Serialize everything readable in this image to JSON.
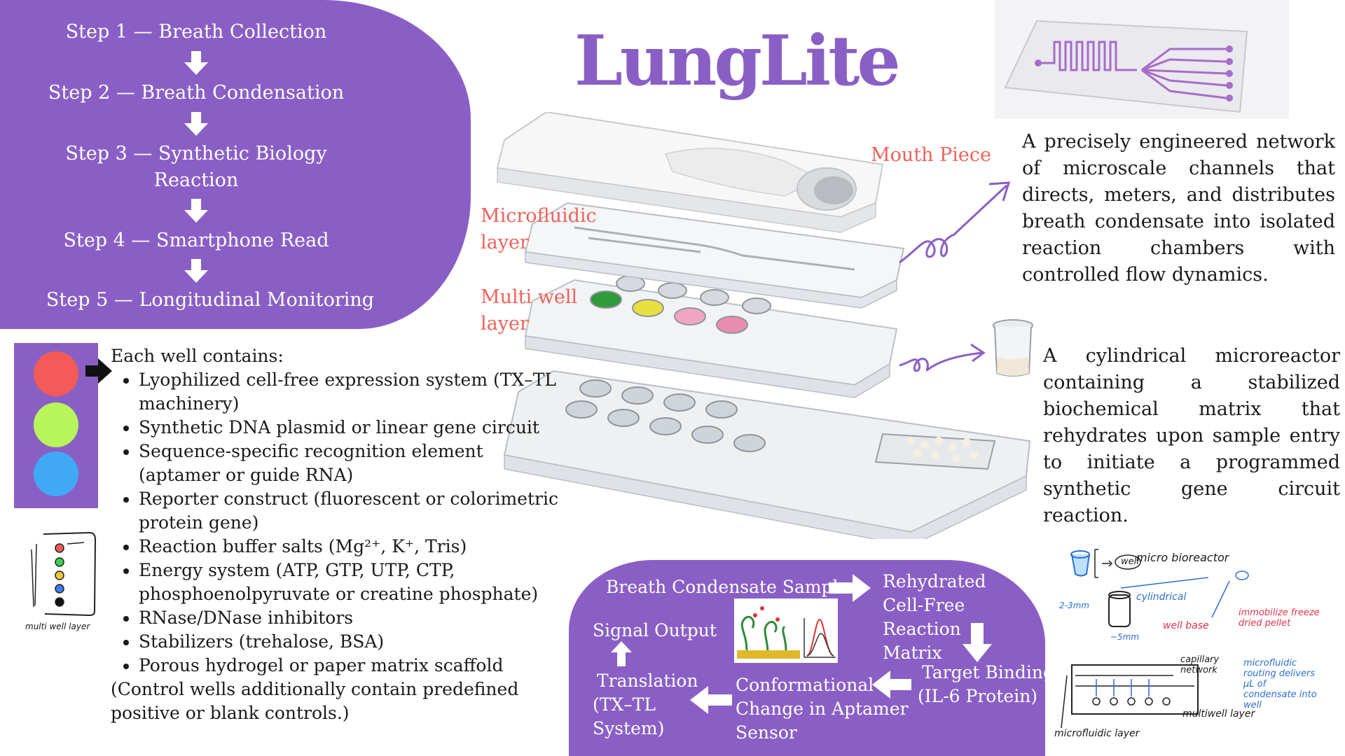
{
  "title": "LungLite",
  "steps": [
    "Step 1 — Breath Collection",
    "Step 2 — Breath Condensation",
    "Step 3 — Synthetic Biology",
    "Reaction",
    "Step 4 — Smartphone Read",
    "Step 5 — Longitudinal Monitoring"
  ],
  "device_labels": {
    "mouth_piece": "Mouth Piece",
    "microfluidic_1": "Microfluidic",
    "microfluidic_2": "layer",
    "multiwell_1": "Multi well",
    "multiwell_2": "layer"
  },
  "descriptions": {
    "microfluidic": "A precisely engineered network of microscale channels that directs, meters, and distributes breath condensate into isolated reaction chambers with controlled flow dynamics.",
    "microreactor": "A cylindrical microreactor containing a stabilized biochemical matrix that rehydrates upon sample entry to initiate a programmed synthetic gene circuit reaction."
  },
  "wells": {
    "heading": "Each well contains:",
    "items": [
      "Lyophilized cell-free expression system (TX–TL machinery)",
      "Synthetic DNA plasmid or linear gene circuit",
      "Sequence-specific recognition element (aptamer or guide RNA)",
      "Reporter construct (fluorescent or colorimetric protein gene)",
      "Reaction buffer salts (Mg²⁺, K⁺, Tris)",
      "Energy system (ATP, GTP, UTP, CTP, phosphoenolpyruvate or creatine phosphate)",
      "RNase/DNase inhibitors",
      "Stabilizers (trehalose, BSA)",
      "Porous hydrogel or paper matrix scaffold"
    ],
    "footnote": "(Control wells additionally contain predefined positive or blank controls.)",
    "dot_colors": [
      "#f45a57",
      "#b8f55a",
      "#3fa9f5"
    ]
  },
  "sketch_small": {
    "caption": "multi well layer",
    "dot_colors": [
      "#f45a57",
      "#3ad04a",
      "#f2c53d",
      "#3f7df5",
      "#111111"
    ]
  },
  "flow": {
    "sample": "Breath Condensate Sample",
    "matrix_1": "Rehydrated",
    "matrix_2": "Cell-Free",
    "matrix_3": "Reaction",
    "matrix_4": "Matrix",
    "binding_1": "Target Binding",
    "binding_2": "(IL-6 Protein)",
    "conf_1": "Conformational",
    "conf_2": "Change in Aptamer",
    "conf_3": "Sensor",
    "trans_1": "Translation",
    "trans_2": "(TX–TL",
    "trans_3": "System)",
    "signal": "Signal Output"
  },
  "sketch_notes": {
    "t1": "micro bioreactor",
    "t2": "well",
    "t3": "cylindrical",
    "t4": "2-3mm",
    "t5": "~5mm",
    "t6": "well base",
    "t7": "immobilize freeze dried pellet",
    "t8": "capillary network",
    "t9": "microfluidic routing delivers µL of condensate into well",
    "t10": "multiwell layer",
    "t11": "microfluidic layer"
  },
  "colors": {
    "accent": "#8a5fc5",
    "label_red": "#f0625a",
    "sketch_red": "#e5304a",
    "sketch_blue": "#2a6fd6"
  }
}
